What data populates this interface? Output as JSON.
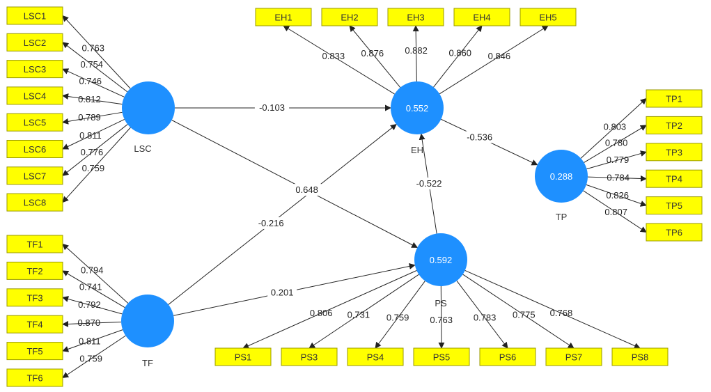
{
  "constructs": [
    {
      "id": "LSC",
      "label": "LSC",
      "r2": ""
    },
    {
      "id": "TF",
      "label": "TF",
      "r2": ""
    },
    {
      "id": "EH",
      "label": "EH",
      "r2": "0.552"
    },
    {
      "id": "PS",
      "label": "PS",
      "r2": "0.592"
    },
    {
      "id": "TP",
      "label": "TP",
      "r2": "0.288"
    }
  ],
  "indicators": [
    {
      "label": "LSC1",
      "construct": "LSC",
      "loading": "0.763"
    },
    {
      "label": "LSC2",
      "construct": "LSC",
      "loading": "0.754"
    },
    {
      "label": "LSC3",
      "construct": "LSC",
      "loading": "0.746"
    },
    {
      "label": "LSC4",
      "construct": "LSC",
      "loading": "0.812"
    },
    {
      "label": "LSC5",
      "construct": "LSC",
      "loading": "0.789"
    },
    {
      "label": "LSC6",
      "construct": "LSC",
      "loading": "0.811"
    },
    {
      "label": "LSC7",
      "construct": "LSC",
      "loading": "0.776"
    },
    {
      "label": "LSC8",
      "construct": "LSC",
      "loading": "0.759"
    },
    {
      "label": "TF1",
      "construct": "TF",
      "loading": "0.794"
    },
    {
      "label": "TF2",
      "construct": "TF",
      "loading": "0.741"
    },
    {
      "label": "TF3",
      "construct": "TF",
      "loading": "0.792"
    },
    {
      "label": "TF4",
      "construct": "TF",
      "loading": "0.870"
    },
    {
      "label": "TF5",
      "construct": "TF",
      "loading": "0.811"
    },
    {
      "label": "TF6",
      "construct": "TF",
      "loading": "0.759"
    },
    {
      "label": "EH1",
      "construct": "EH",
      "loading": "0.833"
    },
    {
      "label": "EH2",
      "construct": "EH",
      "loading": "0.876"
    },
    {
      "label": "EH3",
      "construct": "EH",
      "loading": "0.882"
    },
    {
      "label": "EH4",
      "construct": "EH",
      "loading": "0.860"
    },
    {
      "label": "EH5",
      "construct": "EH",
      "loading": "0.846"
    },
    {
      "label": "TP1",
      "construct": "TP",
      "loading": "0.803"
    },
    {
      "label": "TP2",
      "construct": "TP",
      "loading": "0.780"
    },
    {
      "label": "TP3",
      "construct": "TP",
      "loading": "0.779"
    },
    {
      "label": "TP4",
      "construct": "TP",
      "loading": "0.784"
    },
    {
      "label": "TP5",
      "construct": "TP",
      "loading": "0.826"
    },
    {
      "label": "TP6",
      "construct": "TP",
      "loading": "0.807"
    },
    {
      "label": "PS1",
      "construct": "PS",
      "loading": "0.806"
    },
    {
      "label": "PS3",
      "construct": "PS",
      "loading": "0.731"
    },
    {
      "label": "PS4",
      "construct": "PS",
      "loading": "0.759"
    },
    {
      "label": "PS5",
      "construct": "PS",
      "loading": "0.763"
    },
    {
      "label": "PS6",
      "construct": "PS",
      "loading": "0.783"
    },
    {
      "label": "PS7",
      "construct": "PS",
      "loading": "0.775"
    },
    {
      "label": "PS8",
      "construct": "PS",
      "loading": "0.768"
    }
  ],
  "paths": [
    {
      "from": "LSC",
      "to": "EH",
      "coef": "-0.103"
    },
    {
      "from": "LSC",
      "to": "PS",
      "coef": "0.648"
    },
    {
      "from": "TF",
      "to": "EH",
      "coef": "-0.216"
    },
    {
      "from": "TF",
      "to": "PS",
      "coef": "0.201"
    },
    {
      "from": "EH",
      "to": "TP",
      "coef": "-0.536"
    },
    {
      "from": "PS",
      "to": "EH",
      "coef": "-0.522"
    }
  ],
  "colors": {
    "construct": "#1e90ff",
    "indicator": "#ffff00",
    "line": "#222222"
  }
}
